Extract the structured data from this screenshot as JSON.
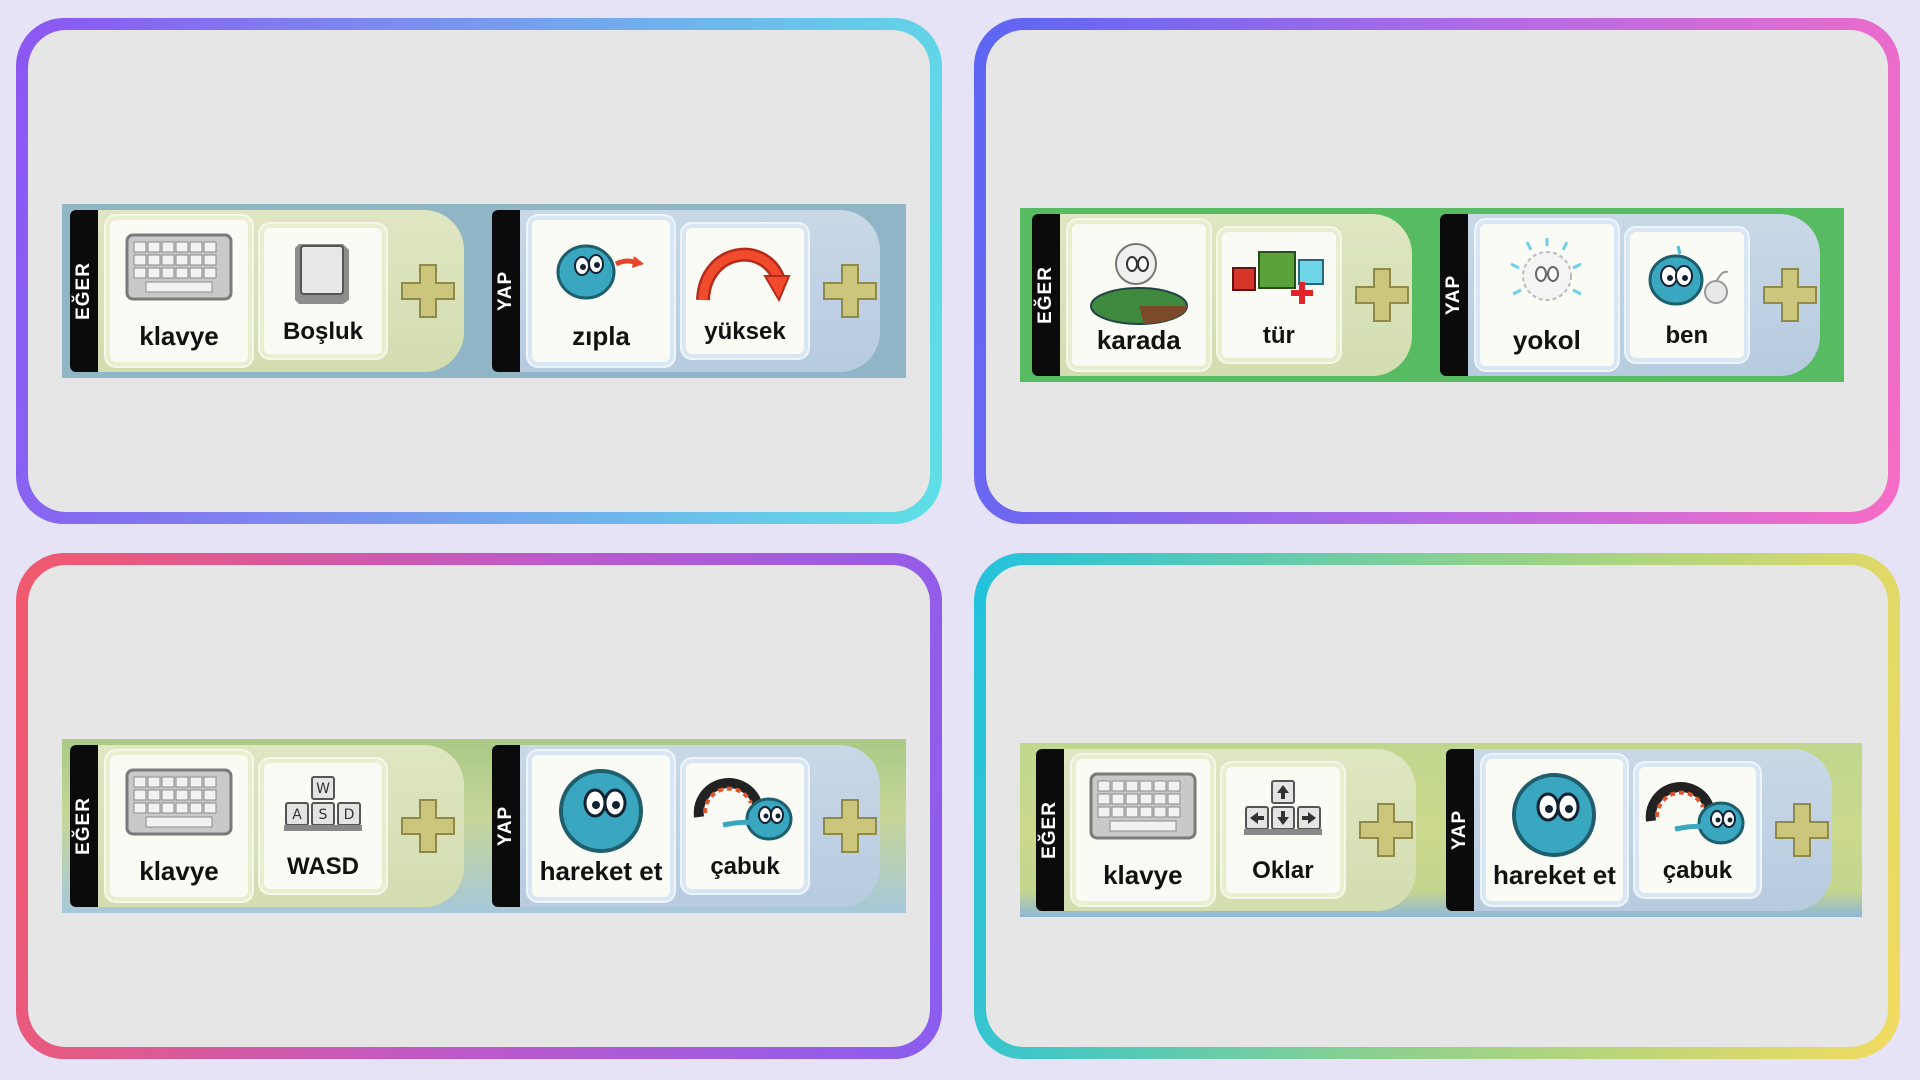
{
  "rules": [
    {
      "if_tag": "EĞER",
      "do_tag": "YAP",
      "if_tiles": [
        {
          "label": "klavye",
          "icon": "keyboard-icon"
        },
        {
          "label": "Boşluk",
          "icon": "spacebar-key-icon"
        }
      ],
      "do_tiles": [
        {
          "label": "zıpla",
          "icon": "jump-icon"
        },
        {
          "label": "yüksek",
          "icon": "high-arc-icon"
        }
      ]
    },
    {
      "if_tag": "EĞER",
      "do_tag": "YAP",
      "if_tiles": [
        {
          "label": "karada",
          "icon": "on-ground-icon"
        },
        {
          "label": "tür",
          "icon": "type-blocks-icon"
        }
      ],
      "do_tiles": [
        {
          "label": "yokol",
          "icon": "vanish-icon"
        },
        {
          "label": "ben",
          "icon": "me-icon"
        }
      ]
    },
    {
      "if_tag": "EĞER",
      "do_tag": "YAP",
      "if_tiles": [
        {
          "label": "klavye",
          "icon": "keyboard-icon"
        },
        {
          "label": "WASD",
          "icon": "wasd-keys-icon"
        }
      ],
      "do_tiles": [
        {
          "label": "hareket et",
          "icon": "move-icon"
        },
        {
          "label": "çabuk",
          "icon": "quick-speed-icon"
        }
      ]
    },
    {
      "if_tag": "EĞER",
      "do_tag": "YAP",
      "if_tiles": [
        {
          "label": "klavye",
          "icon": "keyboard-icon"
        },
        {
          "label": "Oklar",
          "icon": "arrow-keys-icon"
        }
      ],
      "do_tiles": [
        {
          "label": "hareket et",
          "icon": "move-icon"
        },
        {
          "label": "çabuk",
          "icon": "quick-speed-icon"
        }
      ]
    }
  ],
  "wasd_keys": [
    "W",
    "A",
    "S",
    "D"
  ],
  "colors": {
    "page_bg": "#e6e3f7",
    "card_bg": "#e6e6e6",
    "character_teal": "#3aa7c0",
    "plus_olive": "#c8c47a",
    "arrow_red": "#e8442a"
  }
}
